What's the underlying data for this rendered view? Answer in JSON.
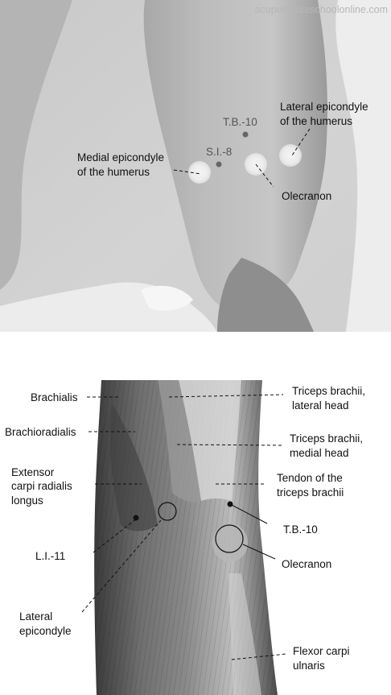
{
  "watermark": "acupunctureschoolonline.com",
  "photo": {
    "labels": {
      "lateral_epicondyle_line1": "Lateral epicondyle",
      "lateral_epicondyle_line2": "of the humerus",
      "tb10": "T.B.-10",
      "si8": "S.I.-8",
      "medial_epicondyle_line1": "Medial epicondyle",
      "medial_epicondyle_line2": "of the humerus",
      "olecranon": "Olecranon"
    }
  },
  "anatomy": {
    "labels": {
      "brachialis": "Brachialis",
      "brachioradialis": "Brachioradialis",
      "ecrl_line1": "Extensor",
      "ecrl_line2": "carpi radialis",
      "ecrl_line3": "longus",
      "li11": "L.I.-11",
      "lateral_epicondyle_line1": "Lateral",
      "lateral_epicondyle_line2": "epicondyle",
      "triceps_lateral_line1": "Triceps brachii,",
      "triceps_lateral_line2": "lateral head",
      "triceps_medial_line1": "Triceps brachii,",
      "triceps_medial_line2": "medial head",
      "tendon_line1": "Tendon of the",
      "tendon_line2": "triceps brachii",
      "tb10": "T.B.-10",
      "olecranon": "Olecranon",
      "fcu_line1": "Flexor carpi",
      "fcu_line2": "ulnaris"
    }
  }
}
